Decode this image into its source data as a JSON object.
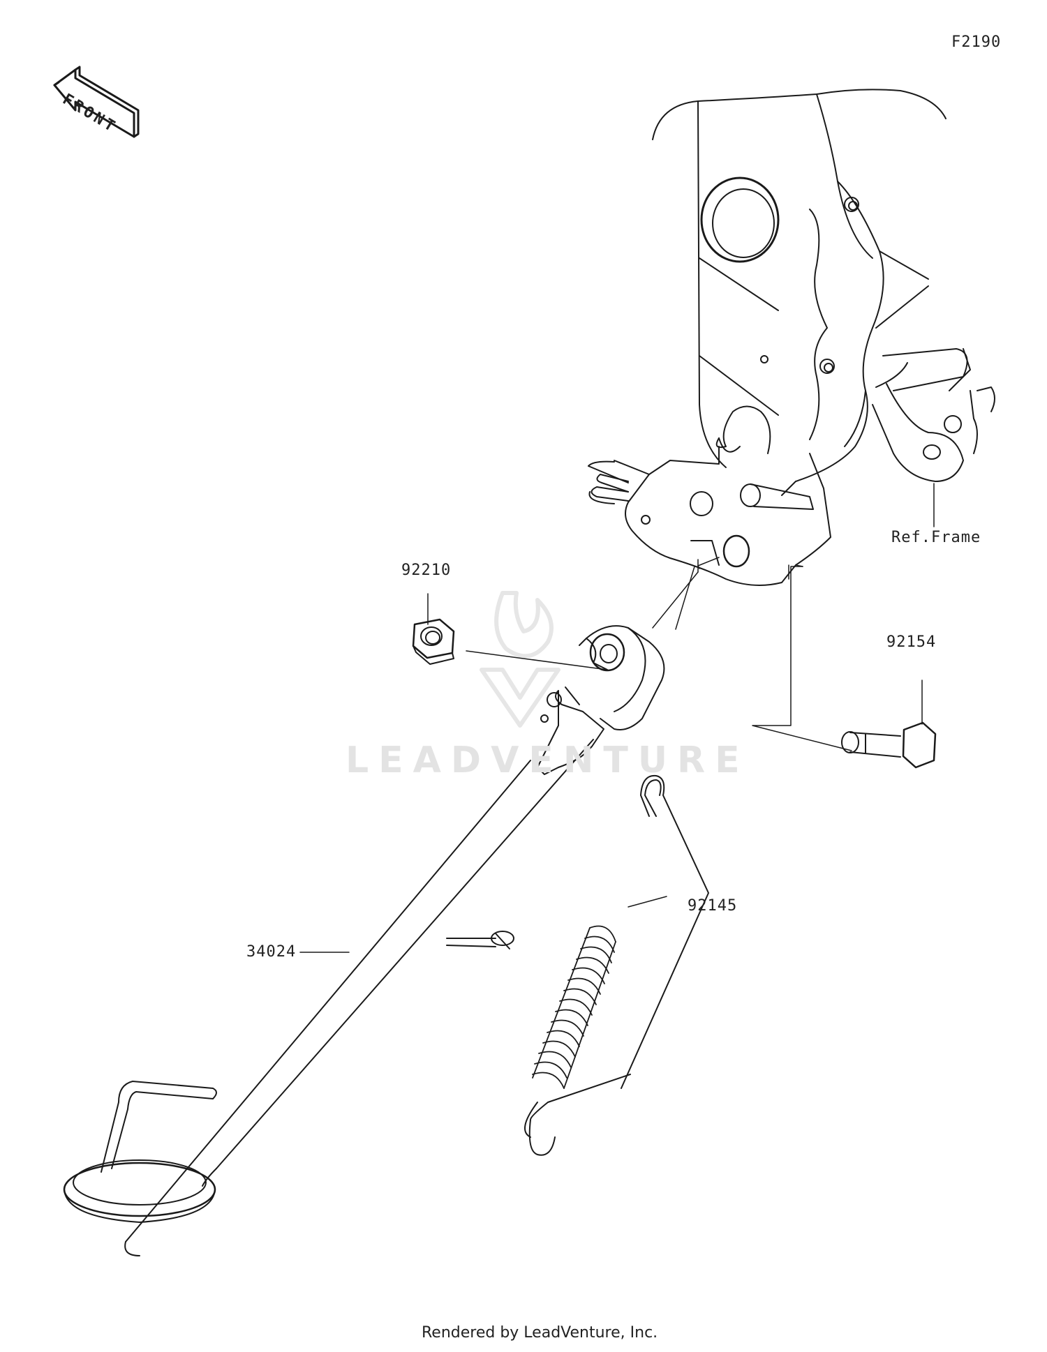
{
  "diagram_code": "F2190",
  "orientation_label": "FRONT",
  "reference_label": "Ref.Frame",
  "callouts": {
    "nut": "92210",
    "bolt": "92154",
    "spring": "92145",
    "stand": "34024"
  },
  "watermark": "LEADVENTURE",
  "footer": "Rendered by LeadVenture, Inc.",
  "colors": {
    "line": "#1a1a1a",
    "watermark": "#e3e3e3"
  }
}
